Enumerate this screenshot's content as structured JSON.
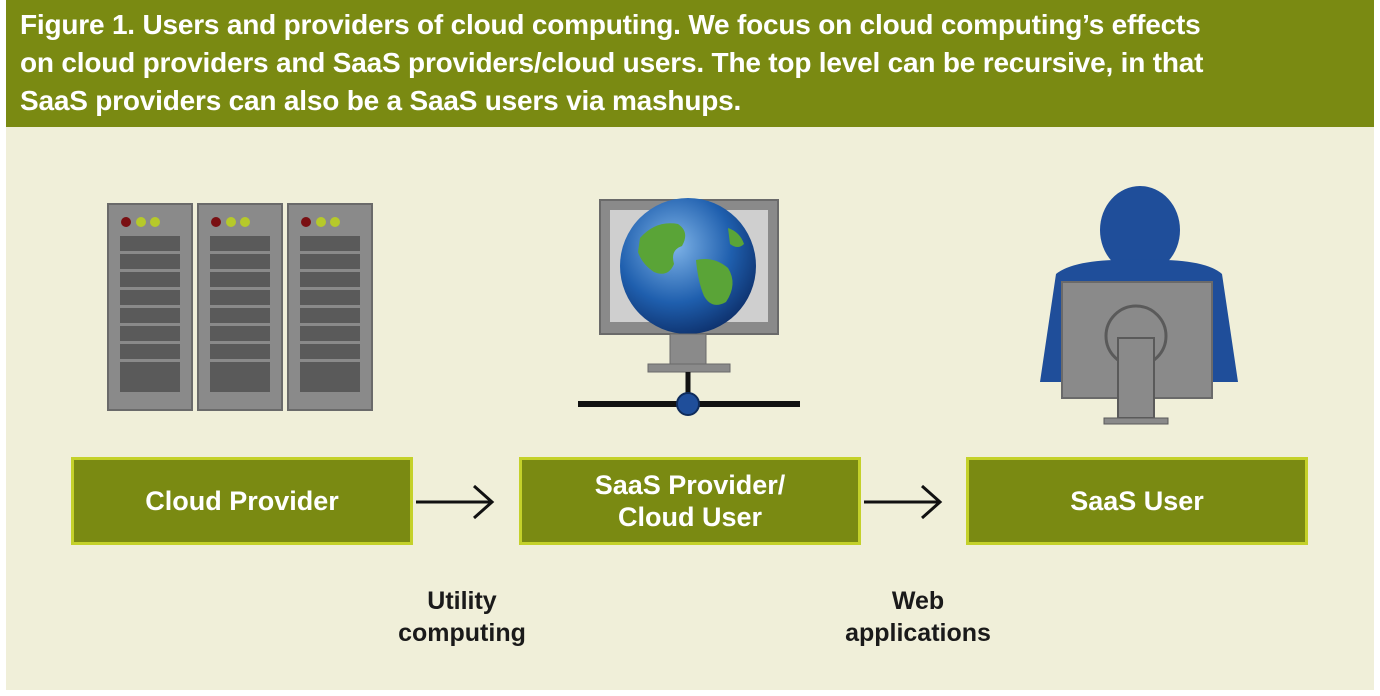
{
  "caption": {
    "line1": "Figure 1. Users and providers of cloud computing. We focus on cloud computing’s effects",
    "line2": "on cloud providers and SaaS providers/cloud users. The top level can be recursive, in that",
    "line3": "SaaS providers can also be a SaaS users via mashups."
  },
  "boxes": {
    "cloud_provider": "Cloud Provider",
    "saas_provider_line1": "SaaS Provider/",
    "saas_provider_line2": "Cloud User",
    "saas_user": "SaaS User"
  },
  "edge_labels": {
    "utility_line1": "Utility",
    "utility_line2": "computing",
    "web_line1": "Web",
    "web_line2": "applications"
  },
  "icons": {
    "servers": "server-rack-icon",
    "computer": "networked-computer-globe-icon",
    "user": "user-at-computer-icon"
  },
  "colors": {
    "olive": "#7a8a12",
    "box_border": "#c4d12a",
    "background": "#f0efd9",
    "user_blue": "#1f4e9a"
  }
}
